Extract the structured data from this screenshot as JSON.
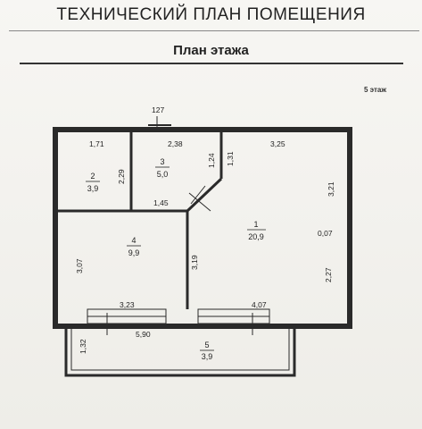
{
  "doc_title": "ТЕХНИЧЕСКИЙ ПЛАН ПОМЕЩЕНИЯ",
  "subtitle": "План этажа",
  "floor_note": "5 этаж",
  "rooms": [
    {
      "num": "1",
      "area": "20,9"
    },
    {
      "num": "2",
      "area": "3,9"
    },
    {
      "num": "3",
      "area": "5,0"
    },
    {
      "num": "4",
      "area": "9,9"
    },
    {
      "num": "5",
      "area": "3,9"
    }
  ],
  "dims": {
    "top": "127",
    "r2_w": "1,71",
    "r3_w": "2,38",
    "r1_w": "3,25",
    "r2_h": "2,29",
    "wall_a": "1,24",
    "wall_b": "1,31",
    "r1_right": "3,21",
    "r3_bottom": "1,45",
    "r1_small": "0,07",
    "r4_left": "3,07",
    "r4_right": "3,19",
    "r1_right_low": "2,27",
    "r4_bottom": "3,23",
    "r1_bottom": "4,07",
    "balc_w": "5,90",
    "balc_h": "1,32"
  }
}
